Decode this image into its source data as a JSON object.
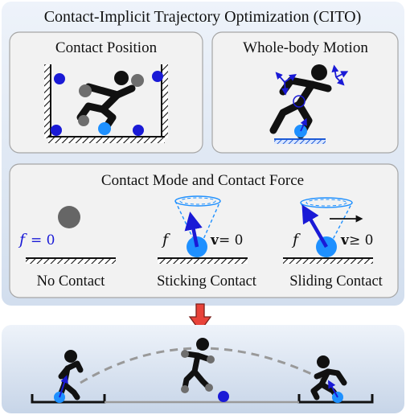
{
  "header": {
    "title": "Contact-Implicit Trajectory Optimization (CITO)"
  },
  "panels": {
    "contact_position": {
      "title": "Contact Position"
    },
    "whole_body_motion": {
      "title": "Whole-body Motion"
    },
    "contact_mode": {
      "title": "Contact Mode and Contact Force",
      "force_symbol": "f",
      "no_contact": {
        "equation": "= 0",
        "caption": "No Contact"
      },
      "sticking": {
        "velocity_symbol": "v",
        "velocity_relation": " = 0",
        "caption": "Sticking Contact"
      },
      "sliding": {
        "velocity_symbol": "v",
        "velocity_relation": " ≥ 0",
        "caption": "Sliding Contact"
      }
    }
  },
  "colors": {
    "panel_bg": "#dde6f3",
    "card_bg": "#f2f2f2",
    "contact_blue": "#1a1ad6",
    "light_blue": "#1e90ff",
    "arrow_red": "#e8433a",
    "figure_black": "#111111",
    "limb_gray": "#6e6e6e"
  }
}
